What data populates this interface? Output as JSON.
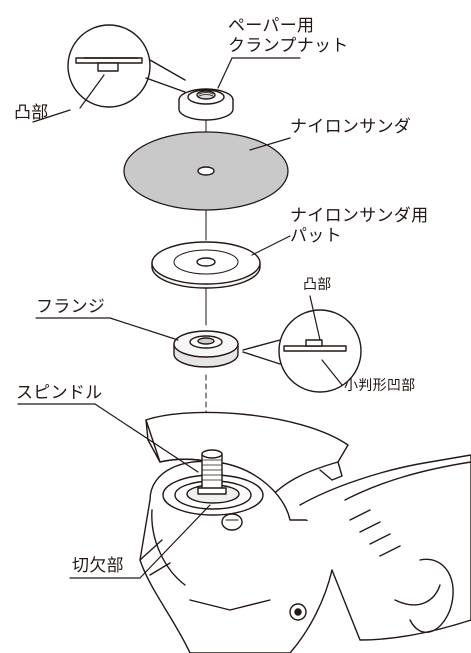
{
  "labels": {
    "paper_nut_line1": "ペーパー用",
    "paper_nut_line2": "クランプナット",
    "convex_top": "凸部",
    "nylon_sander": "ナイロンサンダ",
    "nylon_pad_line1": "ナイロンサンダ用",
    "nylon_pad_line2": "パット",
    "convex_flange": "凸部",
    "flange": "フランジ",
    "small_concave": "小判形凹部",
    "spindle": "スピンドル",
    "notch": "切欠部"
  }
}
